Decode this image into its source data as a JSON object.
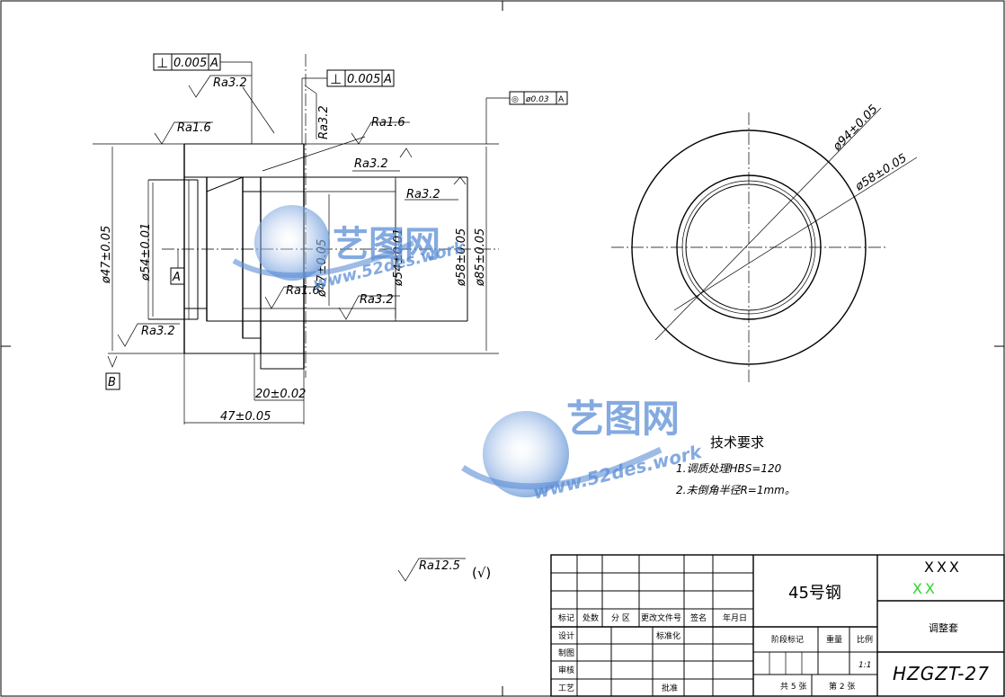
{
  "tolerances": {
    "perp_left": {
      "symbol": "⊥",
      "value": "0.005",
      "datum": "A"
    },
    "perp_right": {
      "symbol": "⊥",
      "value": "0.005",
      "datum": "A"
    },
    "concentric": {
      "symbol": "◎",
      "value": "ø0.03",
      "datum": "A"
    }
  },
  "roughness": {
    "ra32_a": "Ra3.2",
    "ra16_a": "Ra1.6",
    "ra32_v": "Ra3.2",
    "ra16_b": "Ra1.6",
    "ra32_b": "Ra3.2",
    "ra32_c": "Ra3.2",
    "ra16_c": "Ra1.6",
    "ra32_d": "Ra3.2",
    "ra32_e": "Ra3.2",
    "general": "Ra12.5",
    "general_mark": "(√)"
  },
  "dimensions": {
    "d47_left": "ø47±0.05",
    "d54_left": "ø54±0.01",
    "d47_inner": "ø47±0.05",
    "d54_inner": "ø54±0.01",
    "d58": "ø58±0.05",
    "d85": "ø85±0.05",
    "l20": "20±0.02",
    "l47": "47±0.05",
    "circle_d94": "ø94±0.05",
    "circle_d58": "ø58±0.05"
  },
  "datums": {
    "a": "A",
    "b": "B"
  },
  "tech_requirements": {
    "title": "技术要求",
    "item1": "1.调质处理HBS=120",
    "item2": "2.未倒角半径R=1mm。"
  },
  "watermark": {
    "brand": "艺图网",
    "url": "www.52des.work"
  },
  "title_block": {
    "material": "45号钢",
    "company": "XXX",
    "company_sub": "XX",
    "part_name": "调整套",
    "drawing_no": "HZGZT-27",
    "headers": [
      "标记",
      "处数",
      "分 区",
      "更改文件号",
      "签名",
      "年月日"
    ],
    "rows": [
      "设计",
      "制图",
      "审核",
      "工艺"
    ],
    "standardize": "标准化",
    "approve": "批准",
    "stage_mark": "阶段标记",
    "weight": "重量",
    "scale_label": "比例",
    "scale": "1:1",
    "sheets": "共 5 张",
    "sheet": "第 2 张"
  },
  "colors": {
    "company_sub": "#2bd42b",
    "watermark": "#5b8ed6"
  }
}
